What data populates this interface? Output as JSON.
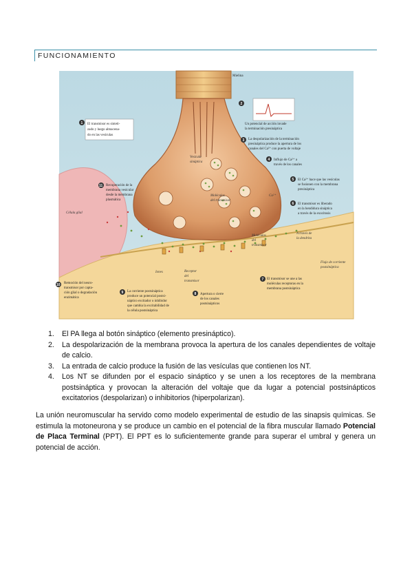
{
  "section": {
    "title": "FUNCIONAMIENTO"
  },
  "figure": {
    "labels": {
      "mielina": "Mielina",
      "step1": [
        "El transmisor es sinteti-",
        "zado y luego almacena-",
        "do en las vesículas"
      ],
      "step2": [
        "Un potencial de acción invade",
        "la terminación presináptica"
      ],
      "step3": [
        "La despolarización de la terminación",
        "presináptica produce la apertura de los",
        "canales del Ca²⁺ con puerta de voltaje"
      ],
      "step4": [
        "Influjo de Ca²⁺ a",
        "través de los canales"
      ],
      "step5": [
        "El Ca²⁺ hace que las vesículas",
        "se fusionen con la membrana",
        "presináptica"
      ],
      "step6": [
        "El transmisor es liberado",
        "en la hendidura sináptica",
        "a través de la exocitosis"
      ],
      "step7": [
        "El transmisor se une a las",
        "moléculas receptoras en la",
        "membrana postsináptica"
      ],
      "step8": [
        "Apertura o cierre",
        "de los canales",
        "postsinápticos"
      ],
      "step9": [
        "La corriente postsináptica",
        "produce un potencial postsi-",
        "náptico excitador o inhibidor",
        "que cambia la excitabilidad de",
        "la célula postsináptica"
      ],
      "step10": [
        "Remoción del neuro-",
        "transmisor por capta-",
        "ción glial o degradación",
        "enzimática"
      ],
      "step11": [
        "Recuperación de la",
        "membrana vesicular",
        "desde la membrana",
        "plasmática"
      ],
      "vesicula": [
        "Vesícula",
        "sináptica"
      ],
      "moleculas": [
        "Moléculas",
        "del transmisor"
      ],
      "ca": "Ca²⁺",
      "celula_glial": "Célula glial",
      "iones": "Iones",
      "receptor": [
        "Receptor",
        "del",
        "transmisor"
      ],
      "moleculas_receptor": [
        "Moléculas",
        "del",
        "transmisor"
      ],
      "dendrita": [
        "A través de",
        "la dendrita"
      ],
      "flujo": [
        "Flujo de corriente",
        "postsináptica"
      ],
      "nums": [
        "1",
        "2",
        "3",
        "4",
        "5",
        "6",
        "7",
        "8",
        "9",
        "10",
        "11"
      ]
    }
  },
  "steps": [
    {
      "n": "1.",
      "text": "El PA llega al botón sináptico (elemento presináptico)."
    },
    {
      "n": "2.",
      "text": "La despolarización de la membrana provoca la apertura de los canales dependientes de voltaje de calcio."
    },
    {
      "n": "3.",
      "text": "La entrada de calcio produce la fusión de las vesículas que contienen los NT."
    },
    {
      "n": "4.",
      "text": "Los NT se difunden por el espacio sináptico y se unen a los receptores de la membrana postsináptica y provocan la alteración del voltaje que da lugar a potencial postsinápticos excitatorios (despolarizan) o inhibitorios (hiperpolarizan)."
    }
  ],
  "paragraph": {
    "p1": "La unión neuromuscular ha servido como modelo experimental de estudio de las sinapsis químicas. Se estimula la motoneurona y se produce un cambio en el potencial de la fibra muscular llamado ",
    "bold": "Potencial de Placa Terminal",
    "p2": " (PPT). El PPT es lo suficientemente grande para superar el umbral y genera un potencial de acción."
  }
}
